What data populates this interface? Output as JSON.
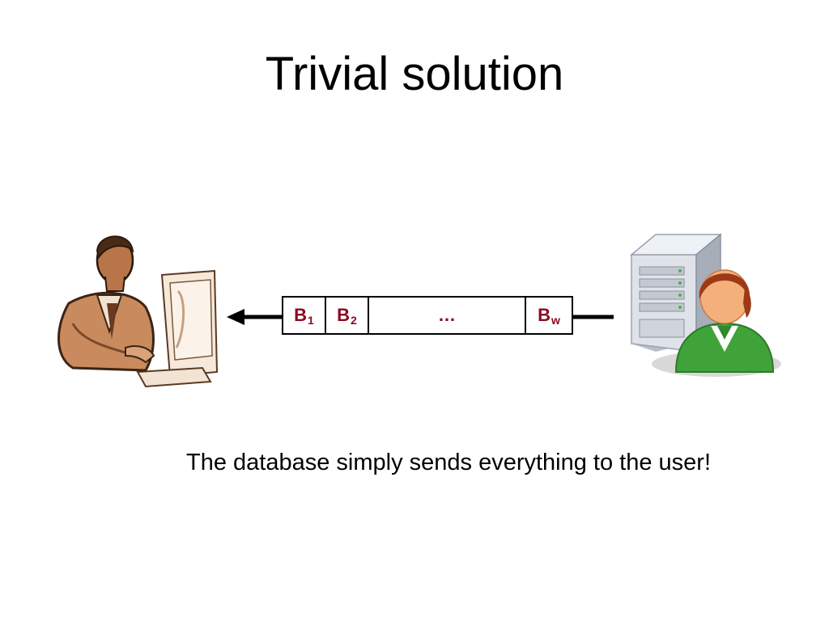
{
  "slide": {
    "title": "Trivial solution",
    "caption": "The database simply sends everything to the user!"
  },
  "blocks": [
    {
      "letter": "B",
      "sub": "1"
    },
    {
      "letter": "B",
      "sub": "2"
    },
    {
      "letter": "…",
      "sub": ""
    },
    {
      "letter": "B",
      "sub": "w"
    }
  ],
  "colors": {
    "block_text": "#8b0a20",
    "line": "#000000",
    "server_body": "#c9ced6",
    "person_shirt": "#3fa33a",
    "person_hair": "#9c3a17",
    "user_skin": "#c98a5e"
  },
  "icons": {
    "left": "user-at-computer-icon",
    "right": "database-server-with-person-icon"
  }
}
